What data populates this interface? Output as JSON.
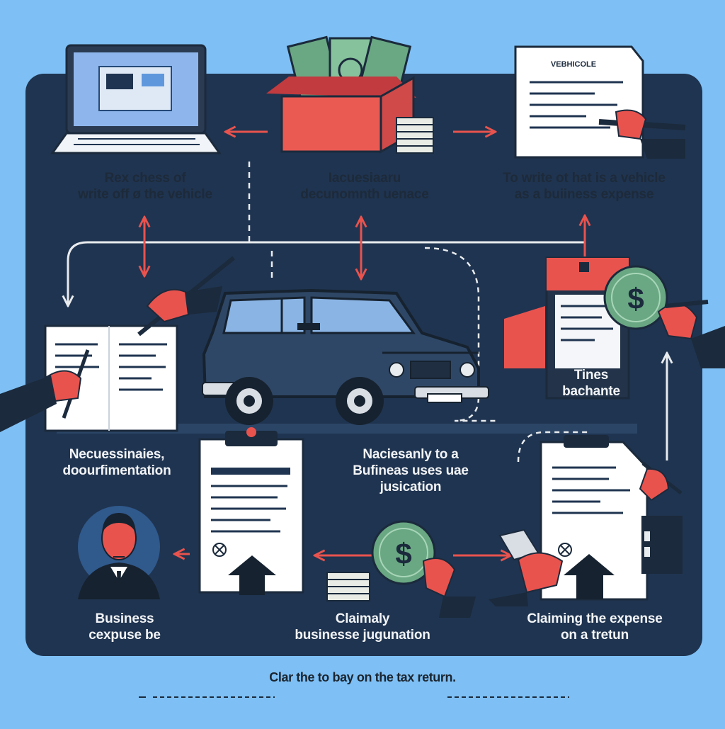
{
  "colors": {
    "background": "#7ec0f5",
    "panel": "#1f3450",
    "accent": "#e9534e",
    "money": "#6aa883",
    "paper": "#ffffff",
    "text_light": "#f2f4f7",
    "text_dark": "#1d2a3a"
  },
  "steps": [
    {
      "id": "laptop",
      "icon": "laptop-icon",
      "lines": [
        "Rex chess of",
        "write off ø the vehicle"
      ]
    },
    {
      "id": "money-box",
      "icon": "money-box-icon",
      "lines": [
        "Iacuesiaaru",
        "decunomnth uenace"
      ]
    },
    {
      "id": "document-top",
      "icon": "document-signing-icon",
      "doc_title": "VEBHICOLE",
      "lines": [
        "To write ot hat is a vehicle",
        "as a buiiness expense"
      ]
    },
    {
      "id": "receipt",
      "icon": "receipt-coin-icon",
      "lines": [
        "Tines",
        "bachante"
      ]
    },
    {
      "id": "document-left",
      "icon": "document-pen-icon",
      "lines": [
        "Necuessinaies,",
        "doourfimentation"
      ]
    },
    {
      "id": "vehicle",
      "icon": "suv-icon",
      "lines": [
        "Naciesanly to a",
        "Bufineas uses uae",
        "jusication"
      ]
    },
    {
      "id": "person",
      "icon": "businessman-icon",
      "lines": [
        "Business",
        "cexpuse be"
      ]
    },
    {
      "id": "coin-clipboard",
      "icon": "coin-clipboard-icon",
      "lines": [
        "Claimaly",
        "businesse jugunation"
      ]
    },
    {
      "id": "claim",
      "icon": "clipboard-signing-icon",
      "lines": [
        "Claiming the expense",
        "on a tretun"
      ]
    }
  ],
  "caption": "Clar the to bay on the tax return."
}
